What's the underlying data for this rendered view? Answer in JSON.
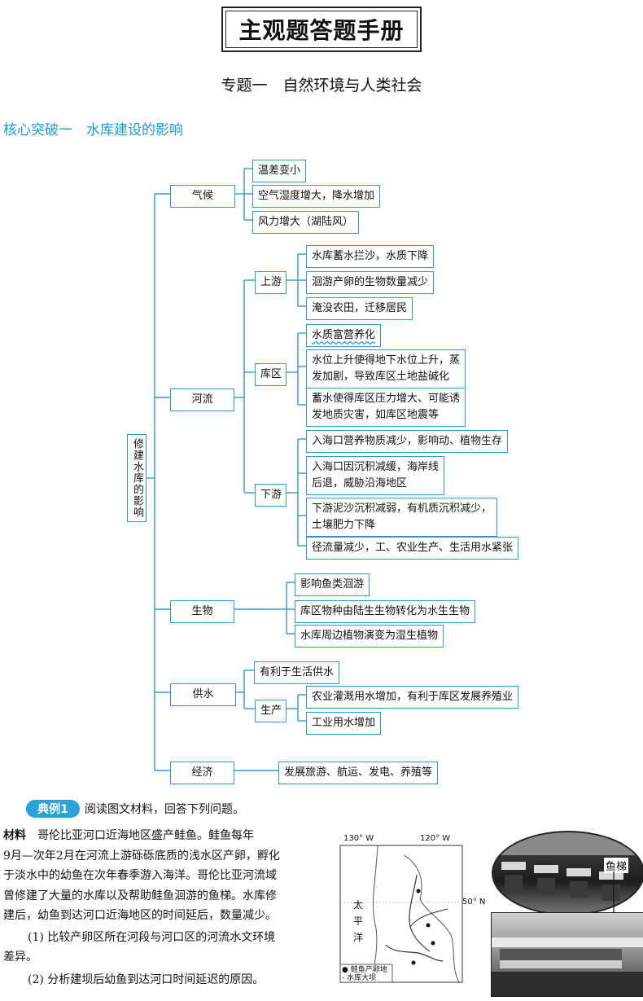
{
  "header": {
    "title": "主观题答题手册"
  },
  "topic": "专题一　自然环境与人类社会",
  "section_title": "核心突破一　水库建设的影响",
  "mindmap": {
    "root": "修建水库的影响",
    "climate": {
      "label": "气候",
      "items": [
        "温差变小",
        "空气湿度增大，降水增加",
        "风力增大（湖陆风）"
      ]
    },
    "river": {
      "label": "河流",
      "upstream": {
        "label": "上游",
        "items": [
          "水库蓄水拦沙，水质下降",
          "洄游产卵的生物数量减少",
          "淹没农田，迁移居民"
        ]
      },
      "reservoir": {
        "label": "库区",
        "items": [
          "水质富营养化",
          "水位上升使得地下水位上升，蒸",
          "发加剧，导致库区土地盐碱化",
          "蓄水使得库区压力增大、可能诱",
          "发地质灾害，如库区地震等"
        ]
      },
      "downstream": {
        "label": "下游",
        "items": [
          "入海口营养物质减少，影响动、植物生存",
          "入海口因沉积减缓，海岸线",
          "后退，威胁沿海地区",
          "下游泥沙沉积减弱，有机质沉积减少，",
          "土壤肥力下降",
          "径流量减少，工、农业生产、生活用水紧张"
        ]
      }
    },
    "biology": {
      "label": "生物",
      "items": [
        "影响鱼类洄游",
        "库区物种由陆生生物转化为水生生物",
        "水库周边植物演变为湿生植物"
      ]
    },
    "water_supply": {
      "label": "供水",
      "living": "有利于生活供水",
      "production": {
        "label": "生产",
        "items": [
          "农业灌溉用水增加，有利于库区发展养殖业",
          "工业用水增加"
        ]
      }
    },
    "economy": {
      "label": "经济",
      "items": [
        "发展旅游、航运、发电、养殖等"
      ]
    }
  },
  "example": {
    "badge": "典例1",
    "prompt": "阅读图文材料，回答下列问题。",
    "material_label": "材料",
    "material_lines": [
      "哥伦比亚河口近海地区盛产鲑鱼。鲑鱼每年",
      "9月—次年2月在河流上游砾砾底质的浅水区产卵，孵化",
      "于淡水中的幼鱼在次年春季游入海洋。哥伦比亚河流域",
      "曾修建了大量的水库以及帮助鲑鱼洄游的鱼梯。水库修",
      "建后，幼鱼到达河口近海地区的时间延后，数量减少。"
    ],
    "q1_line1": "(1) 比较产卵区所在河段与河口区的河流水文环境",
    "q1_line2": "差异。",
    "q2": "(2) 分析建坝后幼鱼到达河口时间延迟的原因。"
  },
  "map": {
    "lon1": "130° W",
    "lon2": "120° W",
    "lat": "50° N",
    "ocean": [
      "太",
      "平",
      "洋"
    ],
    "legend": [
      "● 鲑鱼产卵地",
      "- 水库大坝"
    ]
  },
  "photo": {
    "label": "鱼梯"
  }
}
